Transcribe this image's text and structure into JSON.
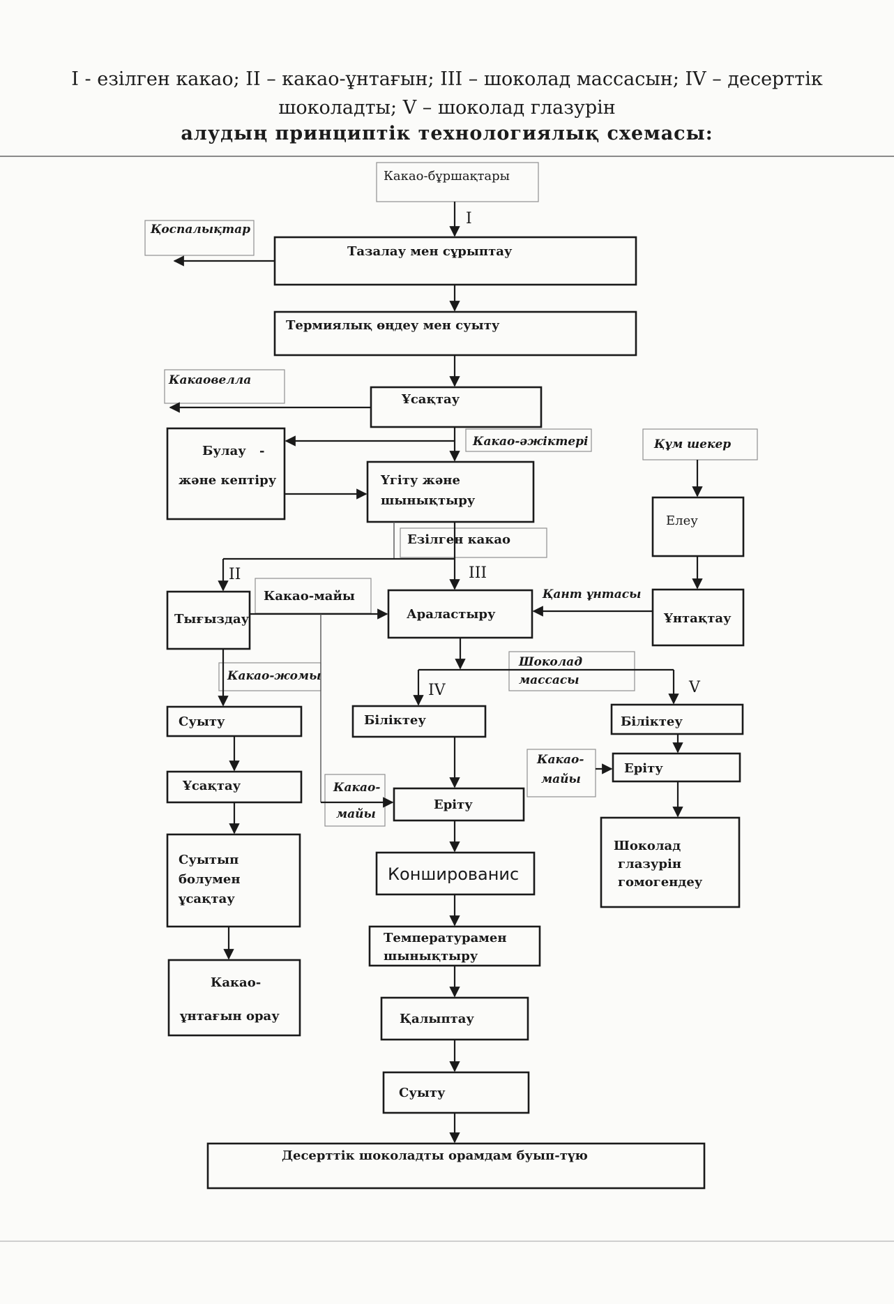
{
  "header": {
    "line1": "I - езілген какао; II – какао-ұнтағын; III – шоколад массасын; IV – десерттік",
    "line2": "шоколадты; V – шоколад глазурін",
    "line3": "алудың принциптік технологиялық схемасы:"
  },
  "boxes": {
    "cocoa_beans": "Какао-бұршақтары",
    "cleaning": "Тазалау мен сұрыптау",
    "thermal": "Термиялық өңдеу мен суыту",
    "grinding_1": "Ұсақтау",
    "steaming_1": "Булау",
    "steaming_2": "-",
    "steaming_3": "және кептіру",
    "milling_1": "Үгіту және",
    "milling_2": "шынықтыру",
    "sieving": "Елеу",
    "pressing": "Тығыздау",
    "mixing": "Араластыру",
    "powdering": "Ұнтақтау",
    "cooling_1": "Суыту",
    "grinding_2": "Ұсақтау",
    "cool_grind_1": "Суытып",
    "cool_grind_2": "болумен",
    "cool_grind_3": "ұсақтау",
    "pack_powder_1": "Какао-",
    "pack_powder_2": "ұнтағын орау",
    "finishing_iv": "Біліктеу",
    "melting_iv": "Еріту",
    "conching": "Коншированис",
    "tempering_1": "Температурамен",
    "tempering_2": "шынықтыру",
    "moulding": "Қалыптау",
    "cooling_2": "Суыту",
    "packing": "Десерттік шоколадты орамдам буып-түю",
    "finishing_v": "Біліктеу",
    "melting_v": "Еріту",
    "glaze_1": "Шоколад",
    "glaze_2": "глазурін",
    "glaze_3": "гомогендеу"
  },
  "labels": {
    "impurities": "Қоспалықтар",
    "cocoavella": "Какаовелла",
    "cocoa_germs": "Какао-әжіктері",
    "sugar": "Құм шекер",
    "ground_cocoa": "Езілген какао",
    "cocoa_butter": "Какао-майы",
    "sugar_powder": "Қант ұнтасы",
    "cocoa_cake": "Какао-жомы",
    "choc_mass_1": "Шоколад",
    "choc_mass_2": "массасы",
    "cocoa_butter_v_1": "Какао-",
    "cocoa_butter_v_2": "майы",
    "cocoa_butter_iv_1": "Какао-",
    "cocoa_butter_iv_2": "майы"
  },
  "roman": {
    "i": "I",
    "ii": "II",
    "iii": "III",
    "iv": "IV",
    "v": "V"
  }
}
